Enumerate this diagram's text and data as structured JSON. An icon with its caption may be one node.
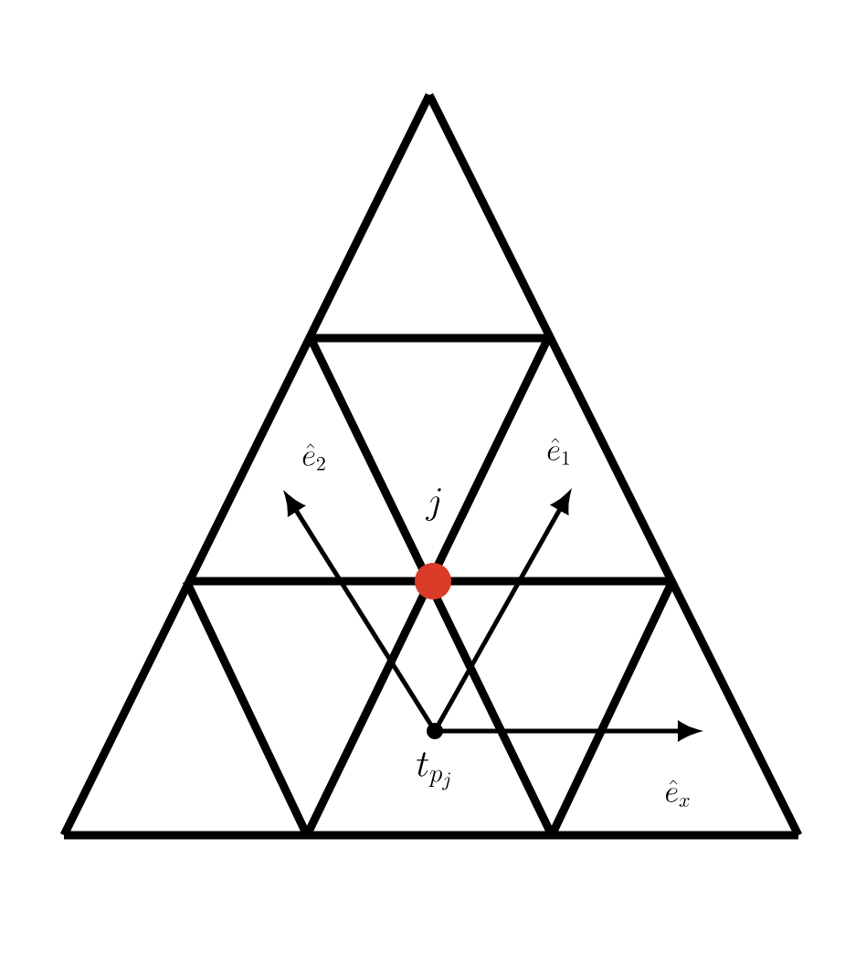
{
  "diagram": {
    "nodes": [
      {
        "text": [],
        "shape": "circle",
        "beside": [
          "j"
        ]
      },
      {
        "text": [],
        "shape": "circle",
        "beside": [
          "t_{p_j}"
        ]
      }
    ],
    "labels": [
      "\\hat{e}_2",
      "\\hat{e}_1",
      "\\hat{e}_x"
    ]
  }
}
